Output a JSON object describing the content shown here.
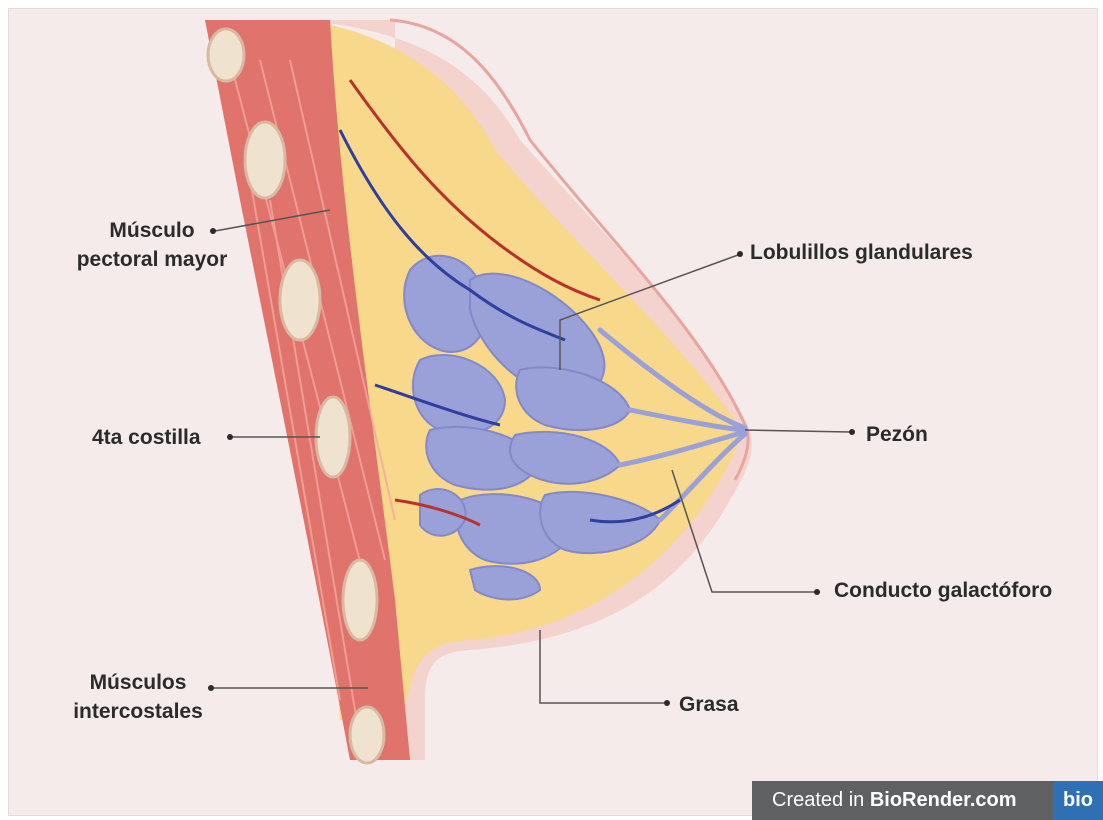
{
  "labels": {
    "musculo_pectoral": [
      "Músculo",
      "pectoral mayor"
    ],
    "costilla": "4ta costilla",
    "musculos_intercostales": [
      "Músculos",
      "intercostales"
    ],
    "lobulillos": "Lobulillos glandulares",
    "pezon": "Pezón",
    "conducto": "Conducto galactóforo",
    "grasa": "Grasa"
  },
  "credit": {
    "prefix": "Created in ",
    "brand": "BioRender.com",
    "logo": "bio"
  },
  "colors": {
    "background": "#f5ebea",
    "muscle": "#e0736b",
    "fat": "#f8d88a",
    "lobules": "#9aa0d8",
    "skin": "#f3c7c0",
    "vein": "#2e3f9e",
    "artery": "#b8322c",
    "rib": "#efe3cf"
  }
}
